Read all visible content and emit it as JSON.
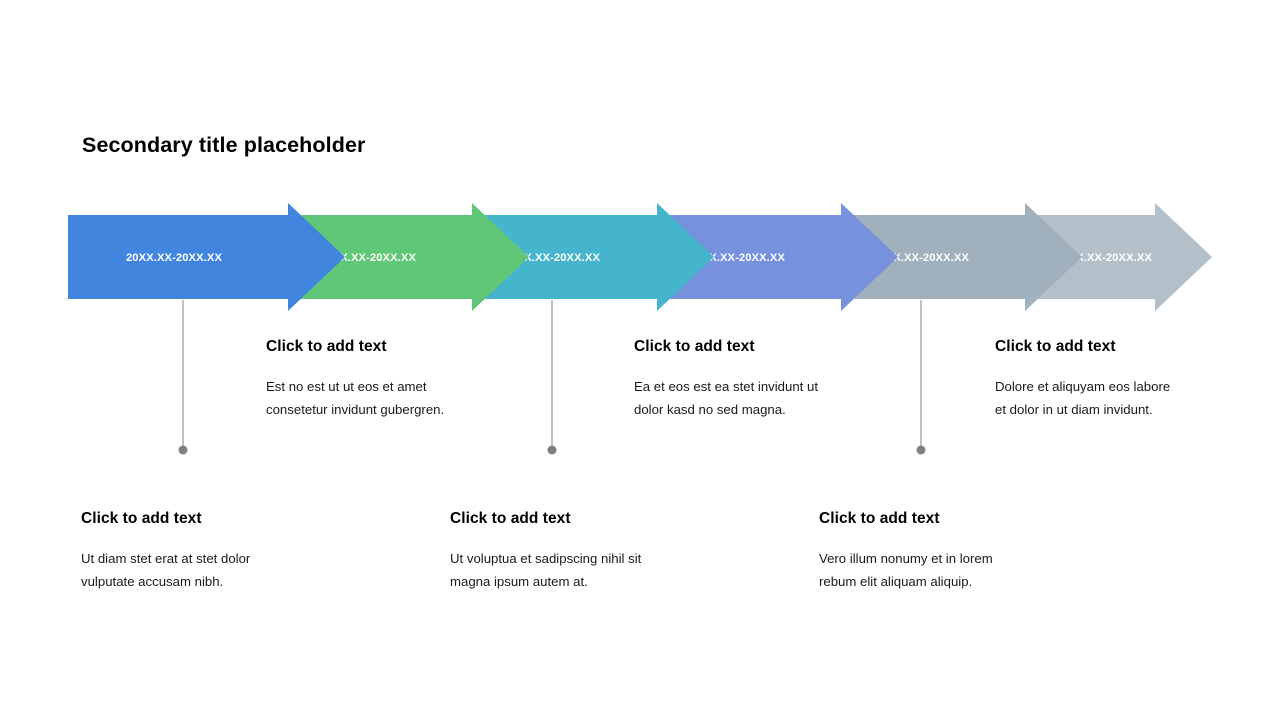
{
  "slide": {
    "title": "Secondary title placeholder",
    "background_color": "#ffffff"
  },
  "timeline": {
    "segments": [
      {
        "label": "20XX.XX-20XX.XX",
        "color": "#4285DF"
      },
      {
        "label": "20XX.XX-20XX.XX",
        "color": "#5FC777"
      },
      {
        "label": "20XX.XX-20XX.XX",
        "color": "#45B5CE"
      },
      {
        "label": "20XX.XX-20XX.XX",
        "color": "#7791DD"
      },
      {
        "label": "20XX.XX-20XX.XX",
        "color": "#A0B0BD"
      },
      {
        "label": "20XX.XX-20XX.XX",
        "color": "#B3BFC9"
      }
    ]
  },
  "connectors": {
    "line_color": "#808080",
    "dot_color": "#808080"
  },
  "callouts_upper": [
    {
      "heading": "Click to add text",
      "body": "Est no est ut ut eos et amet consetetur invidunt gubergren."
    },
    {
      "heading": "Click to add text",
      "body": "Ea et eos est ea stet invidunt ut dolor kasd no sed magna."
    },
    {
      "heading": "Click to add text",
      "body": "Dolore et aliquyam eos labore et dolor in ut diam invidunt."
    }
  ],
  "callouts_lower": [
    {
      "heading": "Click to add text",
      "body": "Ut diam stet erat at stet dolor vulputate accusam nibh."
    },
    {
      "heading": "Click to add text",
      "body": "Ut voluptua et sadipscing nihil sit magna ipsum autem at."
    },
    {
      "heading": "Click to add text",
      "body": "Vero illum nonumy et in lorem rebum elit aliquam aliquip."
    }
  ]
}
